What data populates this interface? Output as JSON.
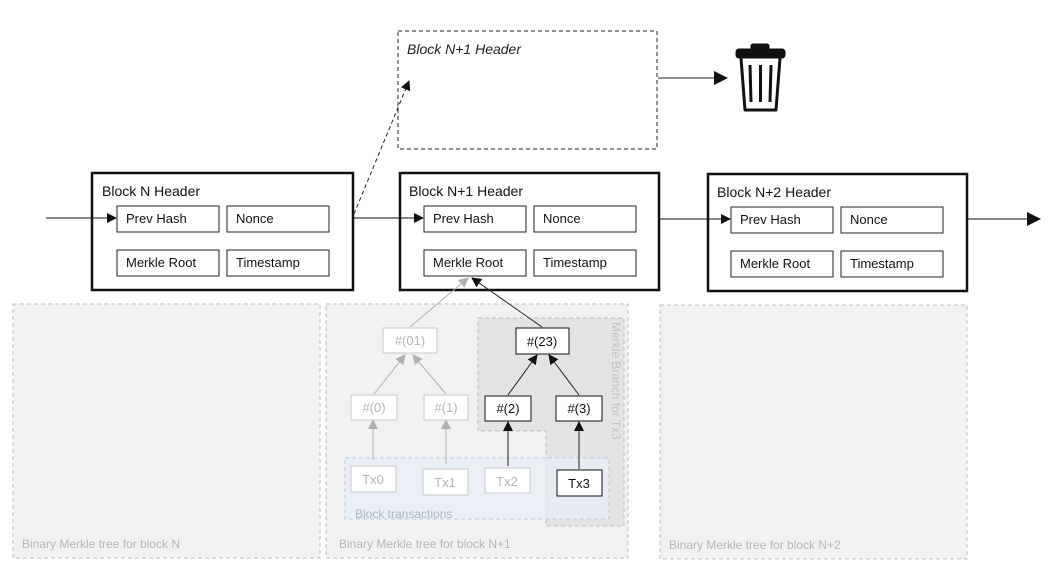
{
  "orphan_header": {
    "title": "Block N+1 Header"
  },
  "blocks": [
    {
      "title": "Block N Header",
      "prev_hash": "Prev Hash",
      "nonce": "Nonce",
      "merkle_root": "Merkle Root",
      "timestamp": "Timestamp"
    },
    {
      "title": "Block N+1 Header",
      "prev_hash": "Prev Hash",
      "nonce": "Nonce",
      "merkle_root": "Merkle Root",
      "timestamp": "Timestamp"
    },
    {
      "title": "Block N+2 Header",
      "prev_hash": "Prev Hash",
      "nonce": "Nonce",
      "merkle_root": "Merkle Root",
      "timestamp": "Timestamp"
    }
  ],
  "tree_labels": [
    "Binary Merkle tree for block N",
    "Binary Merkle tree for block N+1",
    "Binary Merkle tree for block N+2"
  ],
  "merkle": {
    "h01": "#(01)",
    "h23": "#(23)",
    "h0": "#(0)",
    "h1": "#(1)",
    "h2": "#(2)",
    "h3": "#(3)",
    "tx0": "Tx0",
    "tx1": "Tx1",
    "tx2": "Tx2",
    "tx3": "Tx3",
    "branch_label": "Merkle Branch for Tx3",
    "tx_area_label": "Block transactions"
  },
  "icons": {
    "discard": "trash-icon"
  },
  "colors": {
    "faded": "#c8c8c8",
    "panel": "#f2f2f2",
    "branch": "#e3e3e3",
    "tx_area": "#e8f0f8"
  }
}
